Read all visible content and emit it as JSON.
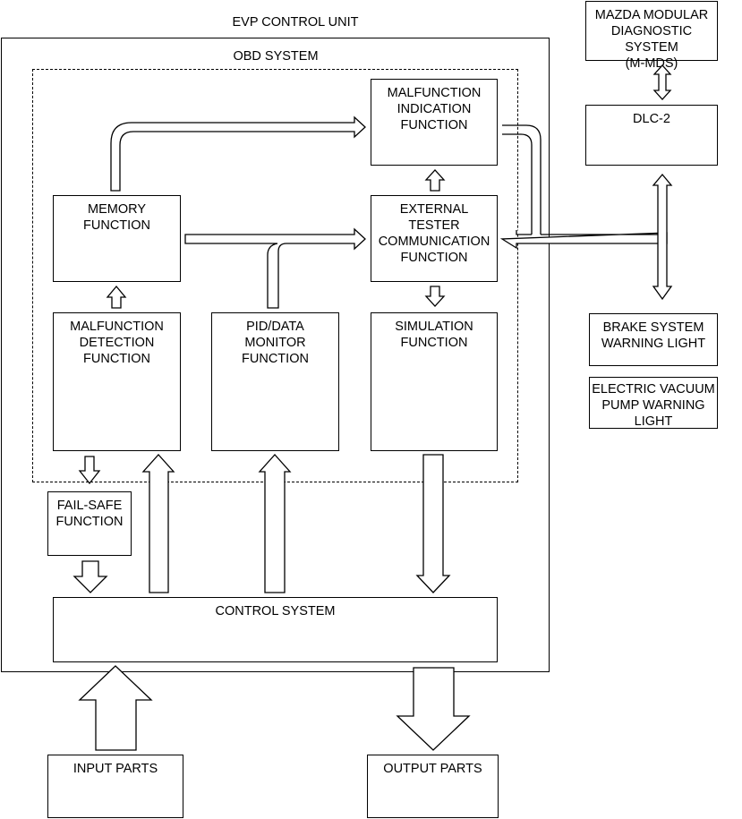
{
  "diagram": {
    "evp_control_unit": "EVP CONTROL UNIT",
    "obd_system": "OBD SYSTEM",
    "blocks": {
      "malfunction_indication": "MALFUNCTION\nINDICATION\nFUNCTION",
      "memory": "MEMORY\nFUNCTION",
      "external_tester": "EXTERNAL\nTESTER\nCOMMUNICATION\nFUNCTION",
      "malfunction_detection": "MALFUNCTION\nDETECTION\nFUNCTION",
      "pid_data_monitor": "PID/DATA\nMONITOR\nFUNCTION",
      "simulation": "SIMULATION\nFUNCTION",
      "fail_safe": "FAIL-SAFE\nFUNCTION",
      "control_system": "CONTROL SYSTEM",
      "input_parts": "INPUT PARTS",
      "output_parts": "OUTPUT PARTS",
      "mazda_mds": "MAZDA MODULAR\nDIAGNOSTIC SYSTEM\n(M-MDS)",
      "dlc2": "DLC-2",
      "brake_warning": "BRAKE SYSTEM\nWARNING LIGHT",
      "evp_warning": "ELECTRIC VACUUM\nPUMP WARNING\nLIGHT"
    }
  }
}
